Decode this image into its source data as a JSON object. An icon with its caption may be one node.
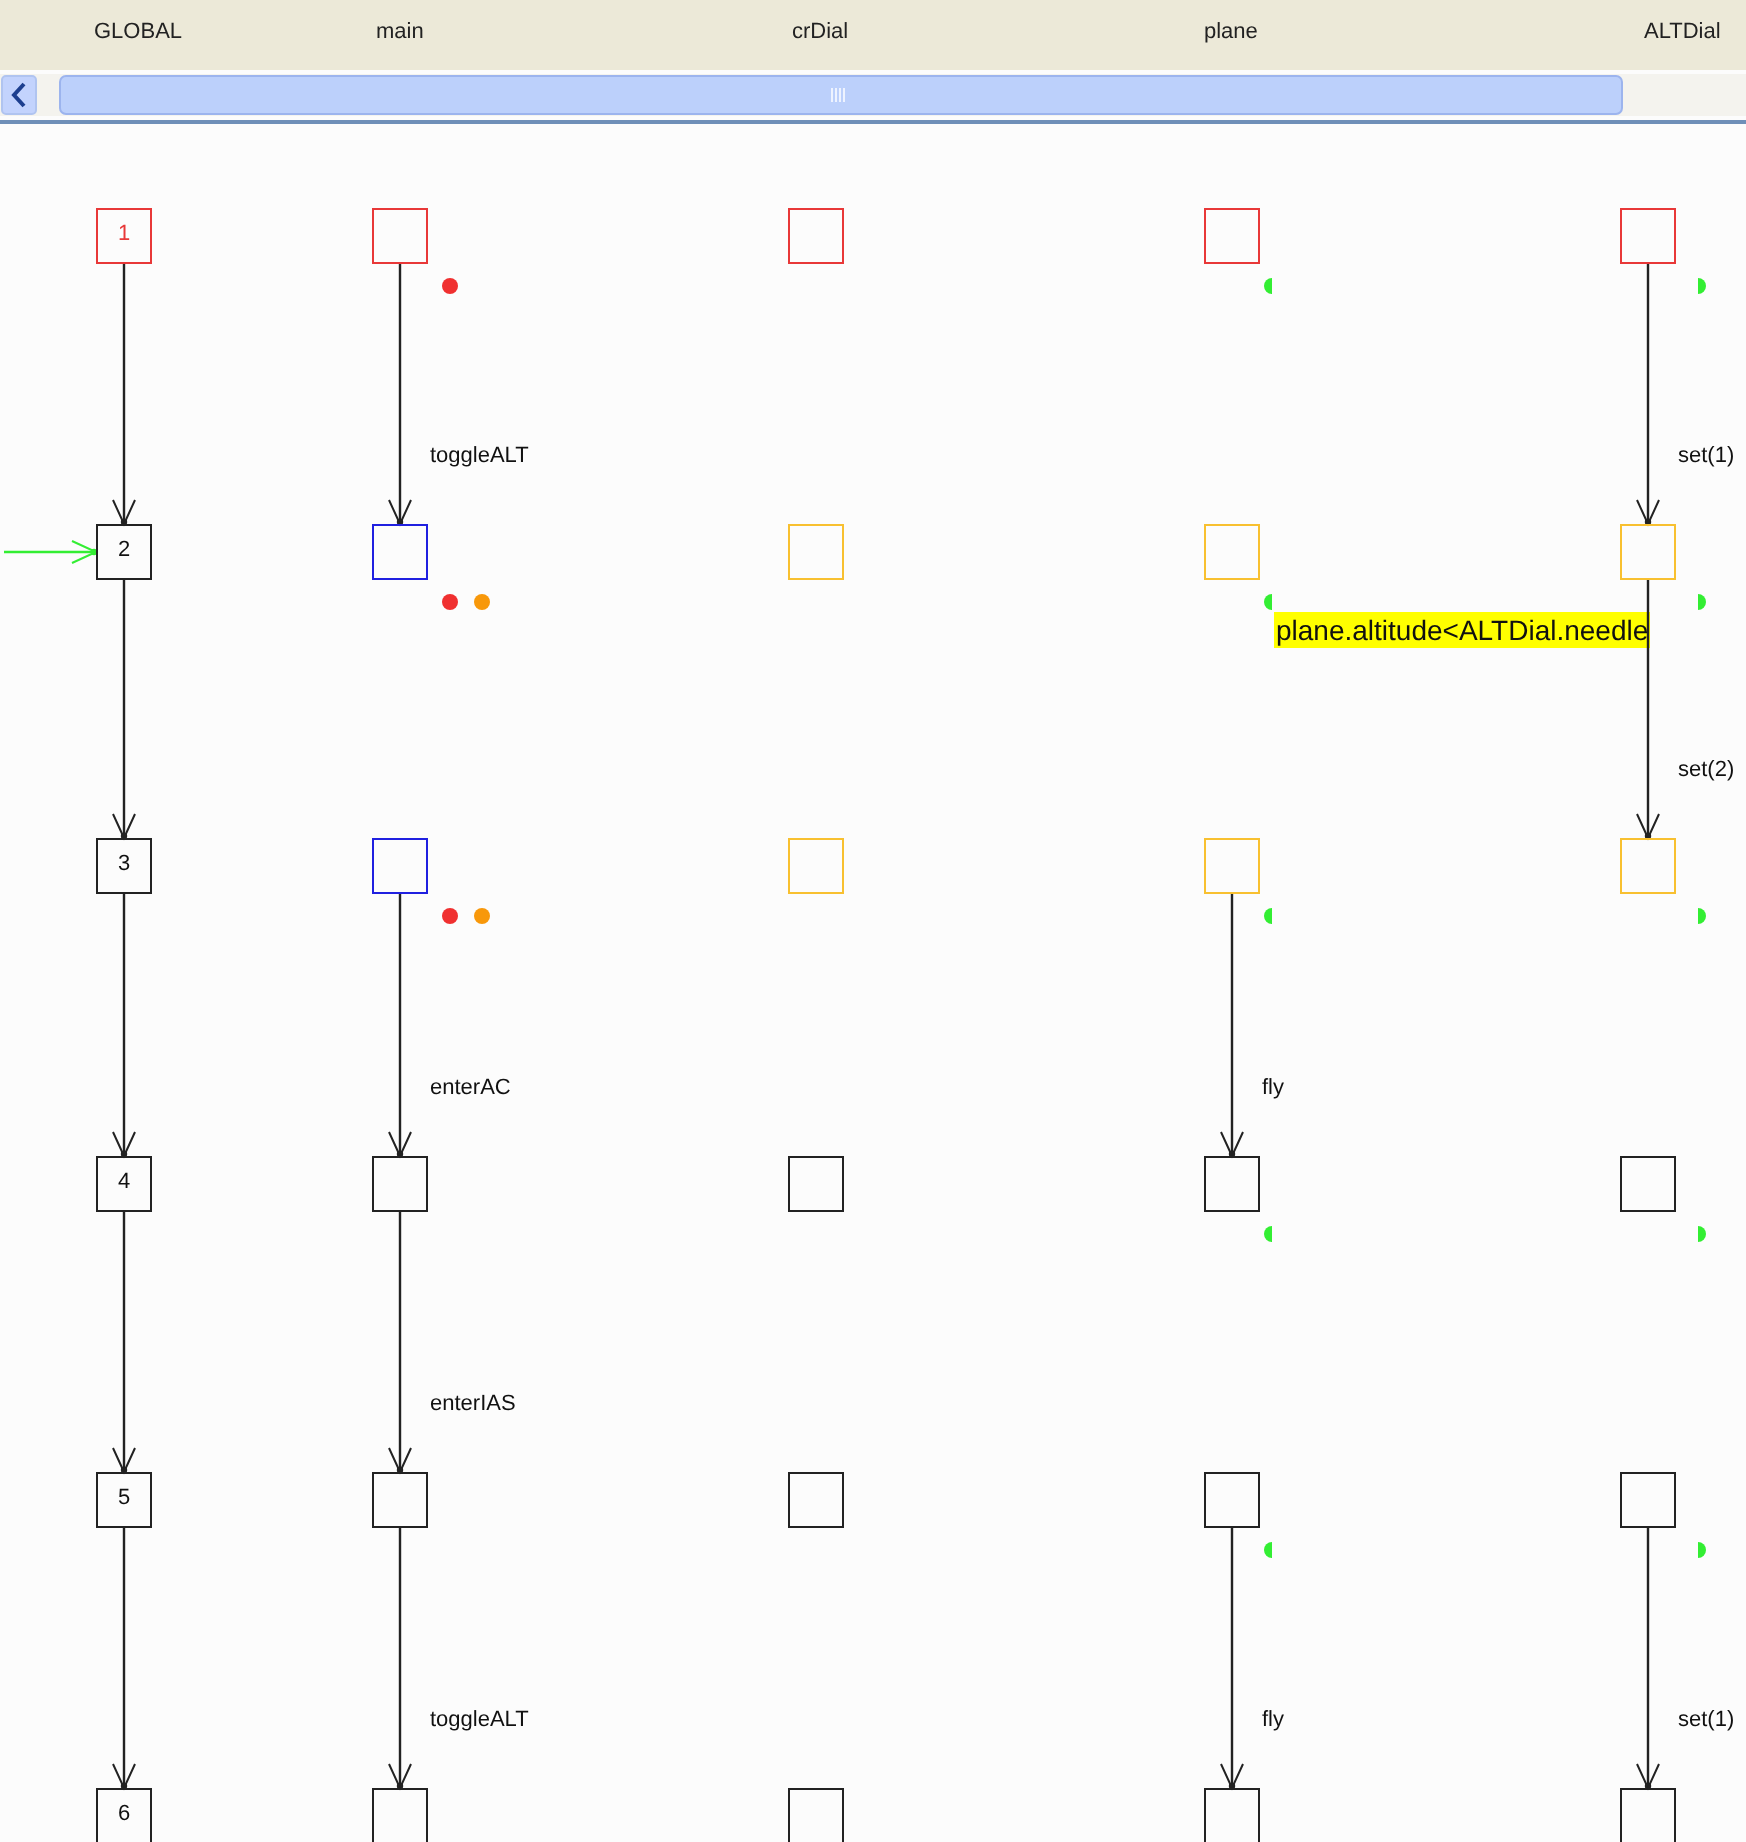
{
  "diagram": {
    "nodes": [
      {
        "text": [
          "1"
        ]
      },
      {
        "text": [],
        "shape": "box"
      },
      {
        "text": [],
        "shape": "box"
      },
      {
        "text": [],
        "shape": "box"
      },
      {
        "text": [],
        "shape": "box"
      },
      {
        "text": [
          "2"
        ]
      },
      {
        "text": [],
        "shape": "box"
      },
      {
        "text": [],
        "shape": "box"
      },
      {
        "text": [],
        "shape": "box"
      },
      {
        "text": [],
        "shape": "box"
      },
      {
        "text": [
          "3"
        ]
      },
      {
        "text": [],
        "shape": "box"
      },
      {
        "text": [],
        "shape": "box"
      },
      {
        "text": [],
        "shape": "box"
      },
      {
        "text": [],
        "shape": "box"
      },
      {
        "text": [
          "4"
        ]
      },
      {
        "text": [],
        "shape": "box"
      },
      {
        "text": [],
        "shape": "box"
      },
      {
        "text": [],
        "shape": "box"
      },
      {
        "text": [],
        "shape": "box"
      },
      {
        "text": [
          "5"
        ]
      },
      {
        "text": [],
        "shape": "box"
      },
      {
        "text": [],
        "shape": "box"
      },
      {
        "text": [],
        "shape": "box"
      },
      {
        "text": [],
        "shape": "box"
      },
      {
        "text": [
          "6"
        ]
      },
      {
        "text": [],
        "shape": "box"
      },
      {
        "text": [],
        "shape": "box"
      },
      {
        "text": [],
        "shape": "box"
      },
      {
        "text": [],
        "shape": "box"
      }
    ],
    "edges": [
      {
        "from": 0,
        "to": 5,
        "arrow": "to"
      },
      {
        "from": 5,
        "to": 10,
        "arrow": "to"
      },
      {
        "from": 10,
        "to": 15,
        "arrow": "to"
      },
      {
        "from": 15,
        "to": 20,
        "arrow": "to"
      },
      {
        "from": 20,
        "to": 25,
        "arrow": "to"
      },
      {
        "from": 1,
        "to": 6,
        "arrow": "to",
        "label": "toggleALT"
      },
      {
        "from": 11,
        "to": 16,
        "arrow": "to",
        "label": "enterAC"
      },
      {
        "from": 16,
        "to": 21,
        "arrow": "to",
        "label": "enterIAS"
      },
      {
        "from": 21,
        "to": 26,
        "arrow": "to",
        "label": "toggleALT"
      },
      {
        "from": 13,
        "to": 18,
        "arrow": "to",
        "label": "fly"
      },
      {
        "from": 23,
        "to": 28,
        "arrow": "to",
        "label": "fly"
      },
      {
        "from": 4,
        "to": 9,
        "arrow": "to",
        "label": "set(1)"
      },
      {
        "from": 9,
        "to": 14,
        "arrow": "to",
        "label": "set(2)"
      },
      {
        "from": 24,
        "to": 29,
        "arrow": "to",
        "label": "set(1)"
      },
      {
        "from": null,
        "to": 5,
        "arrow": "to",
        "color": "#33ee33"
      }
    ],
    "labels": [
      "GLOBAL",
      "main",
      "crDial",
      "plane",
      "ALTDial",
      "plane.altitude<ALTDial.needle"
    ]
  }
}
